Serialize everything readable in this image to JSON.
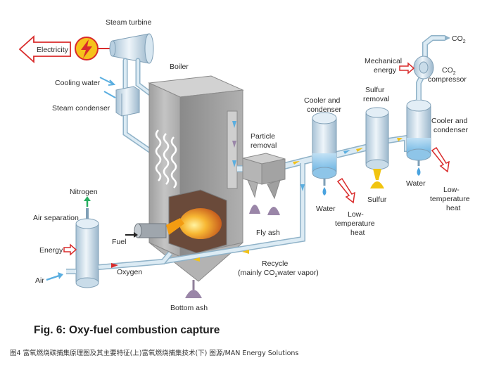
{
  "labels": {
    "electricity": "Electricity",
    "steam_turbine": "Steam turbine",
    "cooling_water": "Cooling water",
    "steam_condenser": "Steam condenser",
    "boiler": "Boiler",
    "particle_removal": [
      "Particle",
      "removal"
    ],
    "fly_ash": "Fly ash",
    "cooler_condenser_1": [
      "Cooler and",
      "condenser"
    ],
    "water_1": "Water",
    "low_temp_heat_1": [
      "Low-",
      "temperature",
      "heat"
    ],
    "sulfur_removal": [
      "Sulfur",
      "removal"
    ],
    "sulfur": "Sulfur",
    "mechanical_energy": [
      "Mechanical",
      "energy"
    ],
    "co2_top": "CO",
    "co2_compressor_sub": "CO",
    "co2_compressor": "compressor",
    "cooler_condenser_2": [
      "Cooler and",
      "condenser"
    ],
    "water_2": "Water",
    "low_temp_heat_2": [
      "Low-",
      "temperature",
      "heat"
    ],
    "nitrogen": "Nitrogen",
    "air_separation": "Air separation",
    "energy": "Energy",
    "air": "Air",
    "fuel": "Fuel",
    "oxygen": "Oxygen",
    "recycle": "Recycle",
    "recycle_sub_a": "(mainly CO",
    "recycle_sub_b": "water vapor)",
    "bottom_ash": "Bottom ash",
    "subscript_2": "2"
  },
  "title": "Fig. 6: Oxy-fuel combustion capture",
  "caption": "图4 富氧燃烧碳捕集原理图及其主要特征(上)富氧燃烧捕集技术(下) 图源/MAN Energy Solutions",
  "colors": {
    "pipe": "#c9dbe7",
    "pipe_edge": "#8fb2c8",
    "boiler": "#b9b9b9",
    "red_arrow": "#d92b2b",
    "blue_arrow": "#5aaee0",
    "yellow_arrow": "#f2c21a",
    "sulfur": "#f1c40f",
    "ash": "#9a86a8",
    "water": "#4aa3df",
    "flame": "#f39c12"
  },
  "icons": [
    "lightning-icon",
    "water-drop-icon",
    "flame-icon",
    "arrow-icon"
  ]
}
